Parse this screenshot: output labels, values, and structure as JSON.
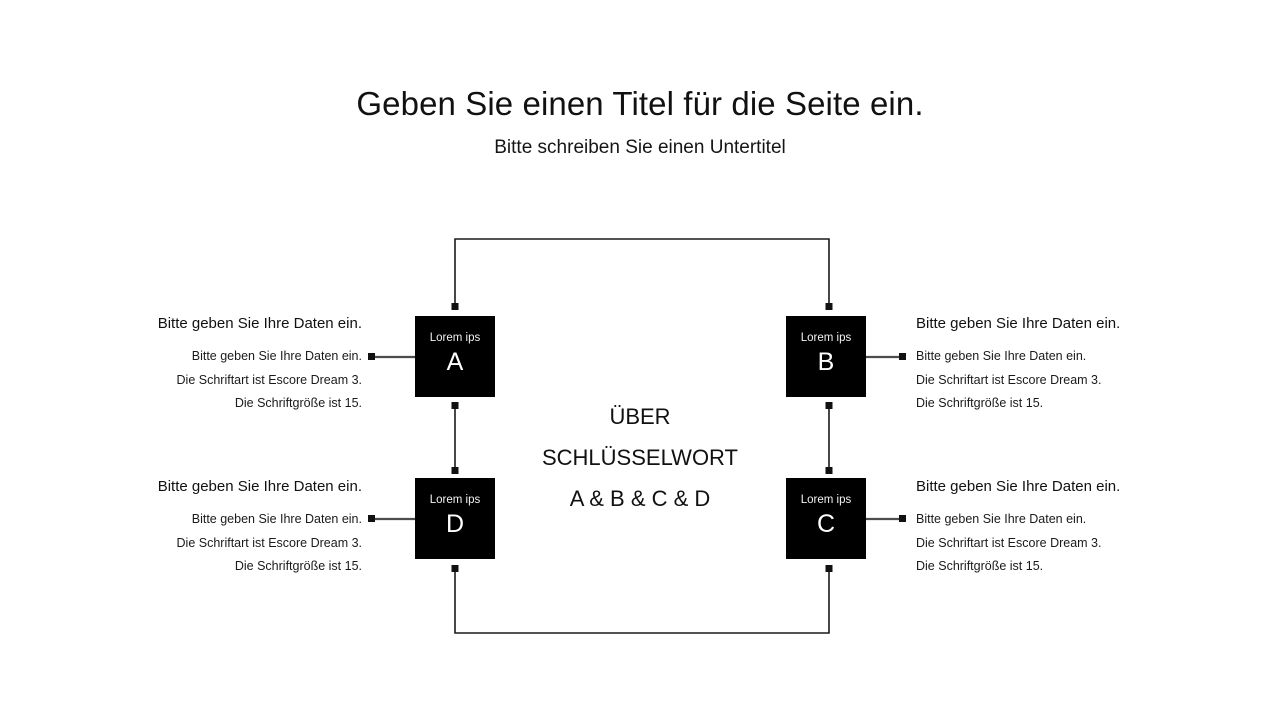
{
  "slide": {
    "title": "Geben Sie einen Titel für die Seite ein.",
    "subtitle": "Bitte schreiben Sie einen Untertitel",
    "background_color": "#ffffff",
    "node_color": "#000000",
    "node_text_color": "#ffffff",
    "connector_color": "#1a1a1a",
    "leader_color": "#4d4d4d"
  },
  "center": {
    "line1": "ÜBER",
    "line2": "SCHLÜSSELWORT",
    "line3": "A & B & C & D"
  },
  "nodes": [
    {
      "id": "a",
      "caption": "Lorem ips",
      "letter": "A"
    },
    {
      "id": "b",
      "caption": "Lorem ips",
      "letter": "B"
    },
    {
      "id": "c",
      "caption": "Lorem ips",
      "letter": "C"
    },
    {
      "id": "d",
      "caption": "Lorem ips",
      "letter": "D"
    }
  ],
  "text_blocks": [
    {
      "id": "a",
      "heading": "Bitte geben Sie Ihre Daten ein.",
      "line1": "Bitte geben Sie Ihre Daten ein.",
      "line2": "Die Schriftart ist Escore Dream 3.",
      "line3": "Die Schriftgröße ist 15."
    },
    {
      "id": "b",
      "heading": "Bitte geben Sie Ihre Daten ein.",
      "line1": "Bitte geben Sie Ihre Daten ein.",
      "line2": "Die Schriftart ist Escore Dream 3.",
      "line3": "Die Schriftgröße ist 15."
    },
    {
      "id": "c",
      "heading": "Bitte geben Sie Ihre Daten ein.",
      "line1": "Bitte geben Sie Ihre Daten ein.",
      "line2": "Die Schriftart ist Escore Dream 3.",
      "line3": "Die Schriftgröße ist 15."
    },
    {
      "id": "d",
      "heading": "Bitte geben Sie Ihre Daten ein.",
      "line1": "Bitte geben Sie Ihre Daten ein.",
      "line2": "Die Schriftart ist Escore Dream 3.",
      "line3": "Die Schriftgröße ist 15."
    }
  ]
}
